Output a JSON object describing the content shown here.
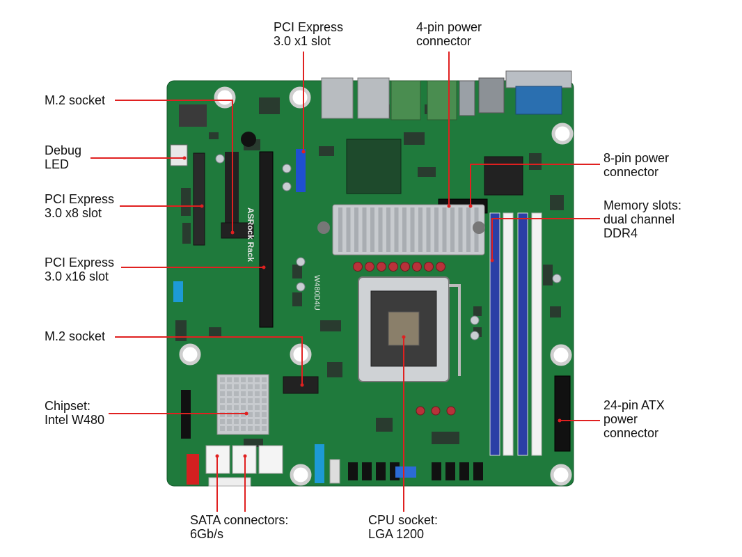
{
  "colors": {
    "pcb": "#1f7a3c",
    "pcb_dark": "#14562a",
    "leader": "#e02020",
    "dimm_blue": "#2b3fa6",
    "dimm_white": "#f2f2f2",
    "pcie_blue": "#1f4fd0",
    "sata_red": "#d42020",
    "usb_blue": "#1d9ad6",
    "serial_blue": "#2a6fb0",
    "heatsink": "#c8cbcf"
  },
  "board": {
    "brand": "ASRock Rack",
    "model": "W480D4U"
  },
  "labels": {
    "pcie_x1": "PCI Express\n3.0 x1 slot",
    "power_4pin": "4-pin power\nconnector",
    "m2_top": "M.2 socket",
    "debug_led": "Debug\nLED",
    "power_8pin": "8-pin power\nconnector",
    "pcie_x8": "PCI Express\n3.0 x8 slot",
    "memory": "Memory slots:\ndual channel\nDDR4",
    "pcie_x16": "PCI Express\n3.0 x16 slot",
    "m2_bottom": "M.2 socket",
    "chipset": "Chipset:\nIntel W480",
    "atx_24pin": "24-pin ATX\npower\nconnector",
    "sata": "SATA connectors:\n6Gb/s",
    "cpu_socket": "CPU socket:\nLGA 1200"
  }
}
